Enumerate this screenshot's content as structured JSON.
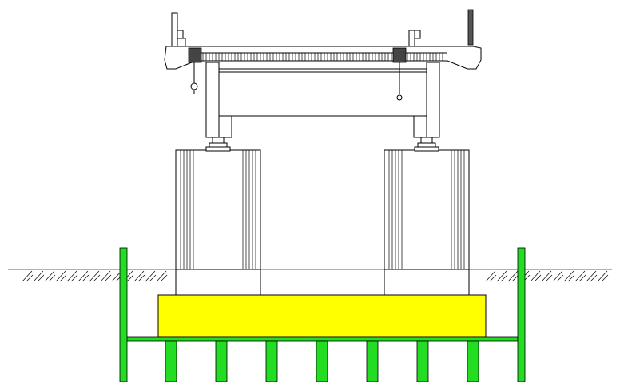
{
  "colors": {
    "background": "#ffffff",
    "line": "#000000",
    "foundation_cap": "#ffff00",
    "sheet_pile": "#22dd22",
    "ground_line": "#666666"
  },
  "components": [
    "girder-deck",
    "bent-cap",
    "columns",
    "bearings",
    "piers",
    "pier-footings",
    "pile-cap",
    "piles",
    "sheet-piles",
    "ground-surface"
  ]
}
